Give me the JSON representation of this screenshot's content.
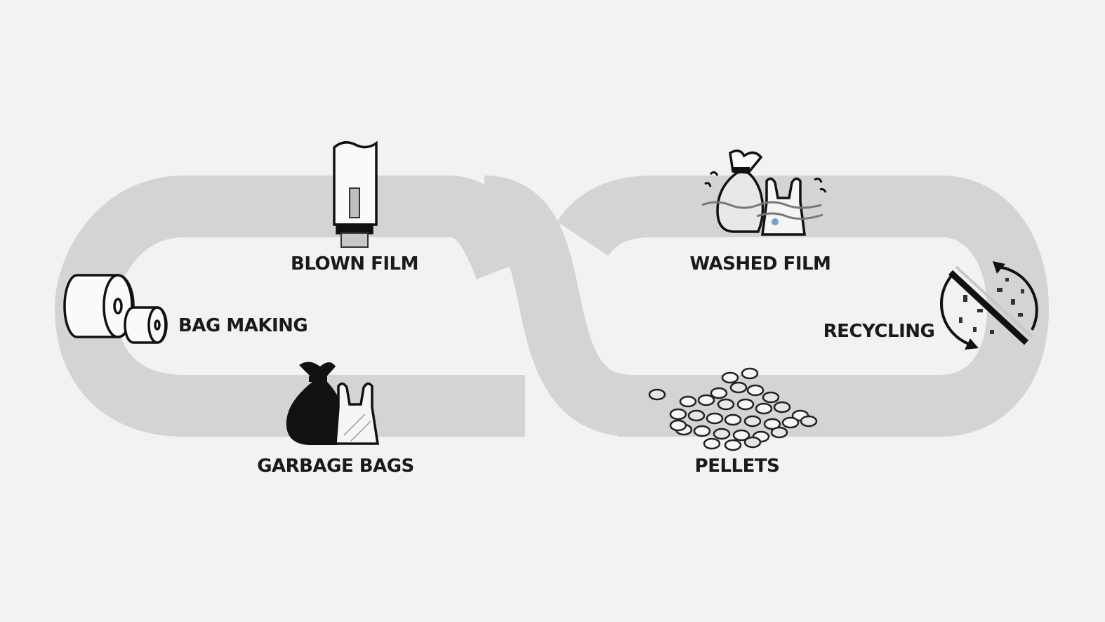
{
  "diagram": {
    "stages": {
      "blown_film": "BLOWN FILM",
      "bag_making": "BAG MAKING",
      "garbage_bags": "GARBAGE BAGS",
      "washed_film": "WASHED FILM",
      "recycling": "RECYCLING",
      "pellets": "PELLETS"
    },
    "icons": {
      "blown_film": "blown-film-tube-icon",
      "bag_making": "film-rolls-icon",
      "garbage_bags": "garbage-and-plastic-bags-icon",
      "washed_film": "washing-bags-icon",
      "recycling": "shredding-recycle-icon",
      "pellets": "plastic-pellets-icon"
    },
    "colors": {
      "background": "#f2f2f2",
      "track": "#d3d4d4",
      "icon_stroke": "#111111",
      "label": "#1a1a1a"
    }
  }
}
